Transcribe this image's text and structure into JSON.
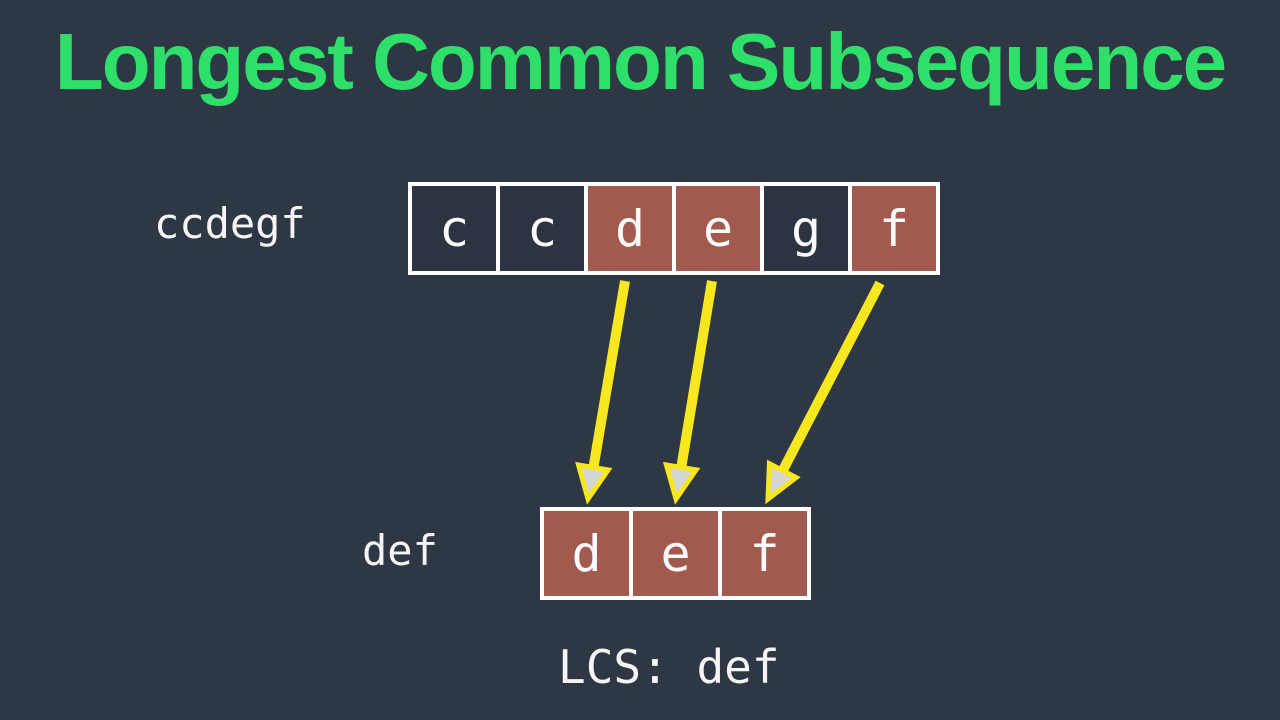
{
  "title": "Longest Common Subsequence",
  "sequence_top": {
    "label": "ccdegf",
    "cells": [
      {
        "char": "c",
        "highlighted": false
      },
      {
        "char": "c",
        "highlighted": false
      },
      {
        "char": "d",
        "highlighted": true
      },
      {
        "char": "e",
        "highlighted": true
      },
      {
        "char": "g",
        "highlighted": false
      },
      {
        "char": "f",
        "highlighted": true
      }
    ]
  },
  "sequence_bottom": {
    "label": "def",
    "cells": [
      {
        "char": "d",
        "highlighted": true
      },
      {
        "char": "e",
        "highlighted": true
      },
      {
        "char": "f",
        "highlighted": true
      }
    ]
  },
  "arrows": {
    "connections": [
      {
        "from": "d",
        "to": "d"
      },
      {
        "from": "e",
        "to": "e"
      },
      {
        "from": "f",
        "to": "f"
      }
    ]
  },
  "result": {
    "text": "LCS: def"
  },
  "colors": {
    "background": "#2e3744",
    "title_green": "#2ee06a",
    "highlight_red": "#a35a4e",
    "cell_dark": "#2b3440",
    "border_white": "#ffffff",
    "arrow_yellow": "#f6e71f",
    "arrowhead_fill": "#d6d6d6",
    "text_white": "#f5f5f5"
  }
}
